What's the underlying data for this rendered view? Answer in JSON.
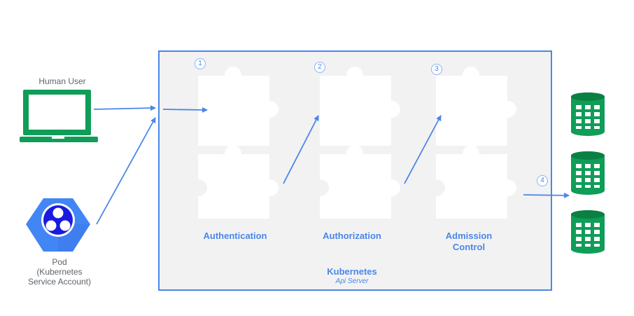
{
  "human_user": {
    "label": "Human User"
  },
  "pod": {
    "label_line1": "Pod",
    "label_line2": "(Kubernetes",
    "label_line3": "Service Account)"
  },
  "server": {
    "title": "Kubernetes",
    "subtitle": "Api Server"
  },
  "stages": [
    {
      "number": "1",
      "label": "Authentication"
    },
    {
      "number": "2",
      "label": "Authorization"
    },
    {
      "number": "3",
      "label_line1": "Admission",
      "label_line2": "Control"
    }
  ],
  "storage": {
    "number": "4"
  },
  "colors": {
    "accent": "#4a86e8",
    "laptop": "#0f9d58",
    "pod": "#4285f4",
    "db": "#0f9d58",
    "box_bg": "#f2f2f2"
  },
  "icons": [
    "laptop-icon",
    "pod-icon",
    "puzzle-icon",
    "database-icon"
  ]
}
